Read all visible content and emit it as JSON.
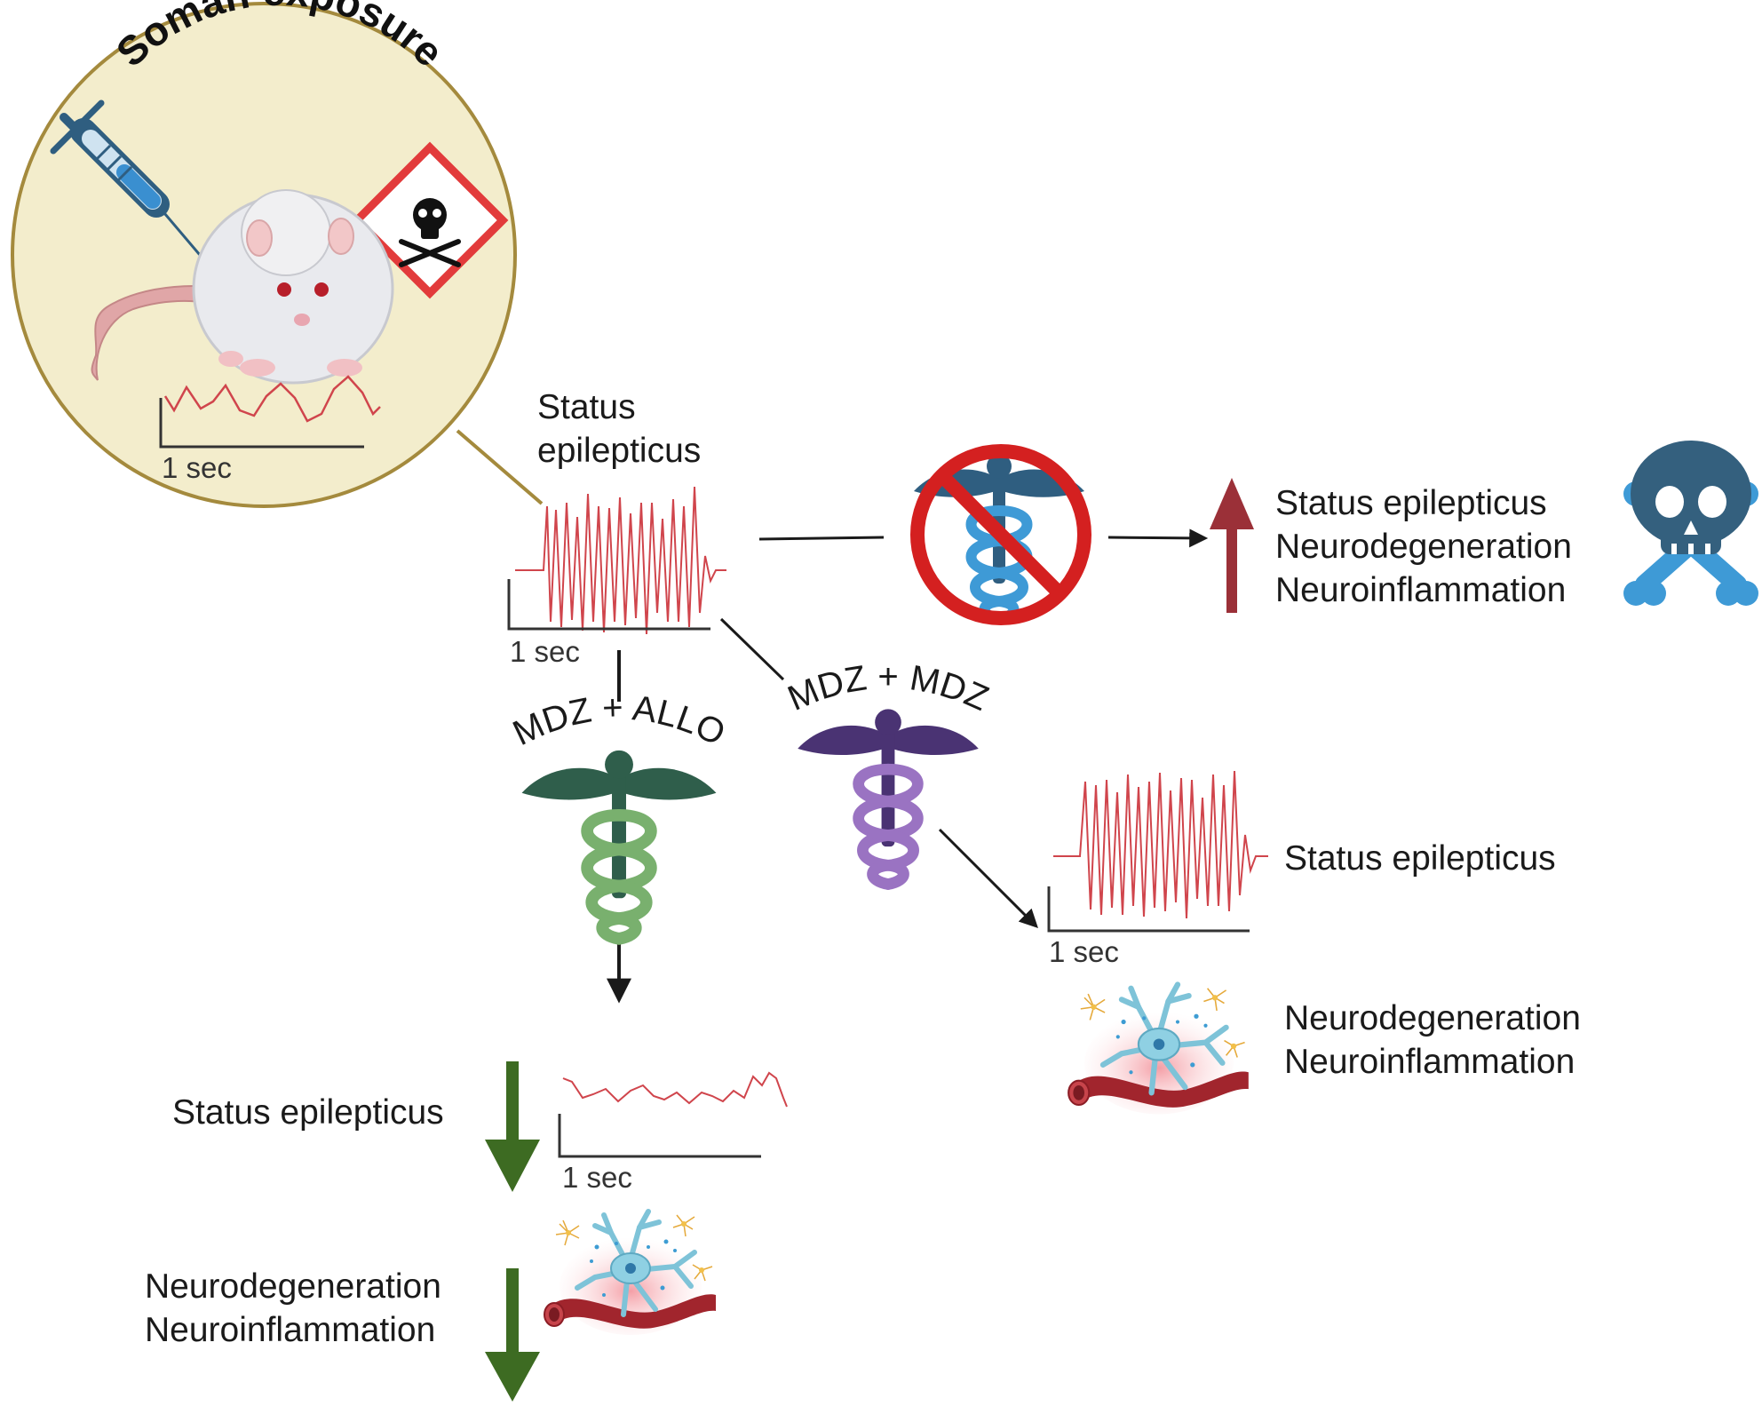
{
  "exposure": {
    "title": "Soman exposure",
    "scale": "1 sec"
  },
  "colors": {
    "eeg": "#d0454c",
    "arrow_up": "#9b3038",
    "arrow_down": "#3d6b22",
    "circle_fill": "#f3edcc",
    "circle_border": "#a48a3d",
    "no_sign": "#d42020",
    "skull": "#34607e",
    "crossbones": "#3e9ad6",
    "hazard": "#e23b3b"
  },
  "baseline": {
    "label_line1": "Status",
    "label_line2": "epilepticus",
    "scale": "1 sec"
  },
  "no_treatment": {
    "outcomes": [
      "Status epilepticus",
      "Neurodegeneration",
      "Neuroinflammation"
    ],
    "trend": "up",
    "icons": [
      "caduceus-icon",
      "prohibited-icon",
      "skull-crossbones-icon"
    ]
  },
  "mdz_mdz": {
    "label": "MDZ + MDZ",
    "status_label": "Status epilepticus",
    "scale": "1 sec",
    "outcome_line1": "Neurodegeneration",
    "outcome_line2": "Neuroinflammation"
  },
  "mdz_allo": {
    "label": "MDZ + ALLO",
    "status_label": "Status epilepticus",
    "scale": "1 sec",
    "outcome_line1": "Neurodegeneration",
    "outcome_line2": "Neuroinflammation",
    "trend": "down"
  }
}
